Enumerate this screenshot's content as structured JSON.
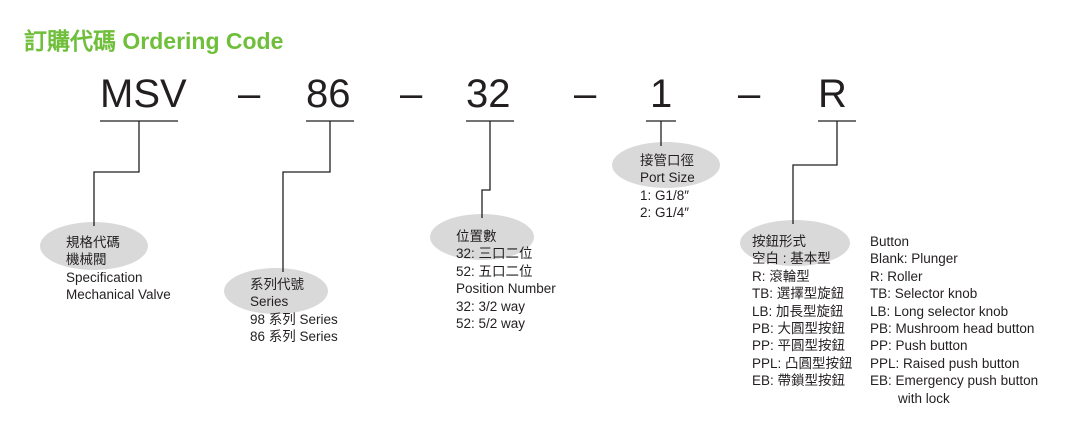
{
  "title": "訂購代碼 Ordering Code",
  "codes": {
    "msv": "MSV",
    "series": "86",
    "position": "32",
    "port": "1",
    "button": "R",
    "separator": "–"
  },
  "spec_box": {
    "lines": [
      "規格代碼",
      "機械閥",
      "Specification",
      "Mechanical Valve"
    ]
  },
  "series_box": {
    "lines": [
      "系列代號",
      "Series",
      "98 系列 Series",
      "86 系列 Series"
    ]
  },
  "position_box": {
    "lines": [
      "位置數",
      "32: 三口二位",
      "52: 五口二位",
      "Position Number",
      "32: 3/2 way",
      "52: 5/2 way"
    ]
  },
  "port_box": {
    "lines": [
      "接管口徑",
      "Port Size",
      "1: G1/8″",
      "2: G1/4″"
    ]
  },
  "button_box": {
    "lines_zh": [
      "按鈕形式",
      "空白 : 基本型",
      "R:  滾輪型",
      "TB: 選擇型旋鈕",
      "LB: 加長型旋鈕",
      "PB: 大圓型按鈕",
      "PP: 平圓型按鈕",
      "PPL: 凸圓型按鈕",
      "EB: 帶鎖型按鈕"
    ],
    "lines_en": [
      "Button",
      "Blank: Plunger",
      "R: Roller",
      "TB: Selector knob",
      "LB: Long selector knob",
      "PB: Mushroom head button",
      "PP: Push button",
      "PPL: Raised push button",
      "EB: Emergency push button",
      "with lock"
    ]
  }
}
